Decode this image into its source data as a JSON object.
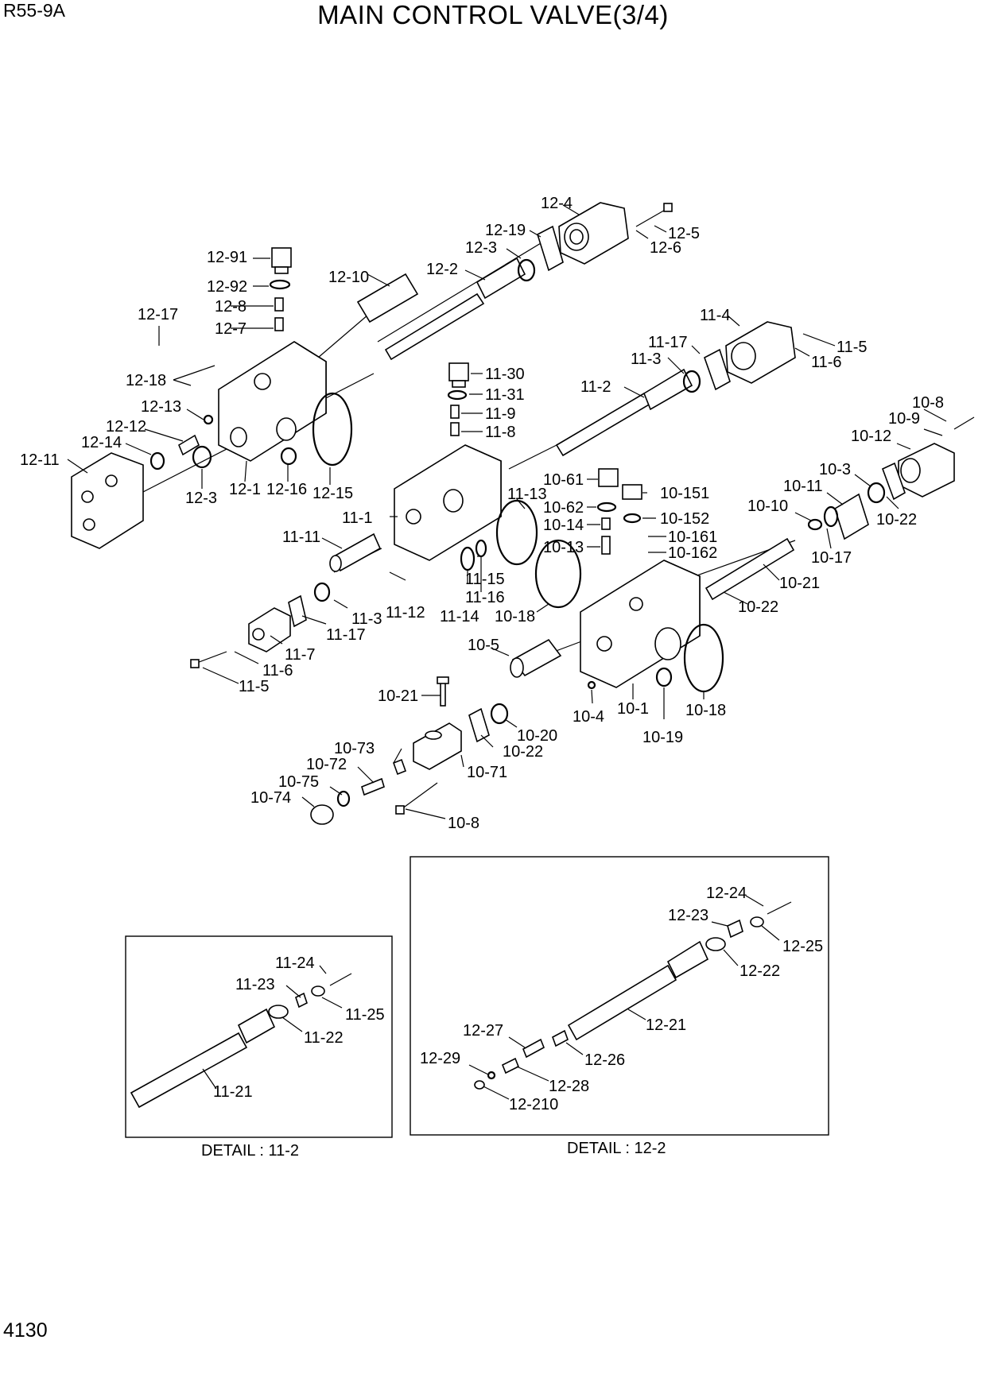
{
  "header": {
    "model": "R55-9A",
    "title": "MAIN CONTROL VALVE(3/4)"
  },
  "page_number": "4130",
  "details": [
    {
      "caption": "DETAIL : 11-2"
    },
    {
      "caption": "DETAIL : 12-2"
    }
  ],
  "callouts": [
    "12-4",
    "12-5",
    "12-6",
    "12-19",
    "12-3",
    "12-91",
    "12-92",
    "12-8",
    "12-7",
    "12-10",
    "12-2",
    "12-17",
    "12-18",
    "12-13",
    "12-12",
    "12-14",
    "12-11",
    "12-3",
    "12-1",
    "12-16",
    "12-15",
    "11-4",
    "11-5",
    "11-6",
    "11-17",
    "11-3",
    "11-2",
    "11-30",
    "11-31",
    "11-9",
    "11-8",
    "10-8",
    "10-9",
    "10-12",
    "10-3",
    "10-11",
    "10-10",
    "10-17",
    "10-22",
    "10-61",
    "10-151",
    "10-62",
    "10-152",
    "10-14",
    "10-161",
    "10-13",
    "10-162",
    "11-13",
    "11-1",
    "11-11",
    "11-15",
    "11-16",
    "11-14",
    "11-12",
    "11-3",
    "11-17",
    "11-7",
    "11-6",
    "11-5",
    "10-18",
    "10-21",
    "10-22",
    "10-5",
    "10-4",
    "10-1",
    "10-19",
    "10-18",
    "10-21",
    "10-20",
    "10-22",
    "10-73",
    "10-72",
    "10-71",
    "10-75",
    "10-74",
    "10-8",
    "11-24",
    "11-23",
    "11-25",
    "11-22",
    "11-21",
    "12-24",
    "12-23",
    "12-25",
    "12-22",
    "12-27",
    "12-21",
    "12-26",
    "12-29",
    "12-28",
    "12-210"
  ]
}
